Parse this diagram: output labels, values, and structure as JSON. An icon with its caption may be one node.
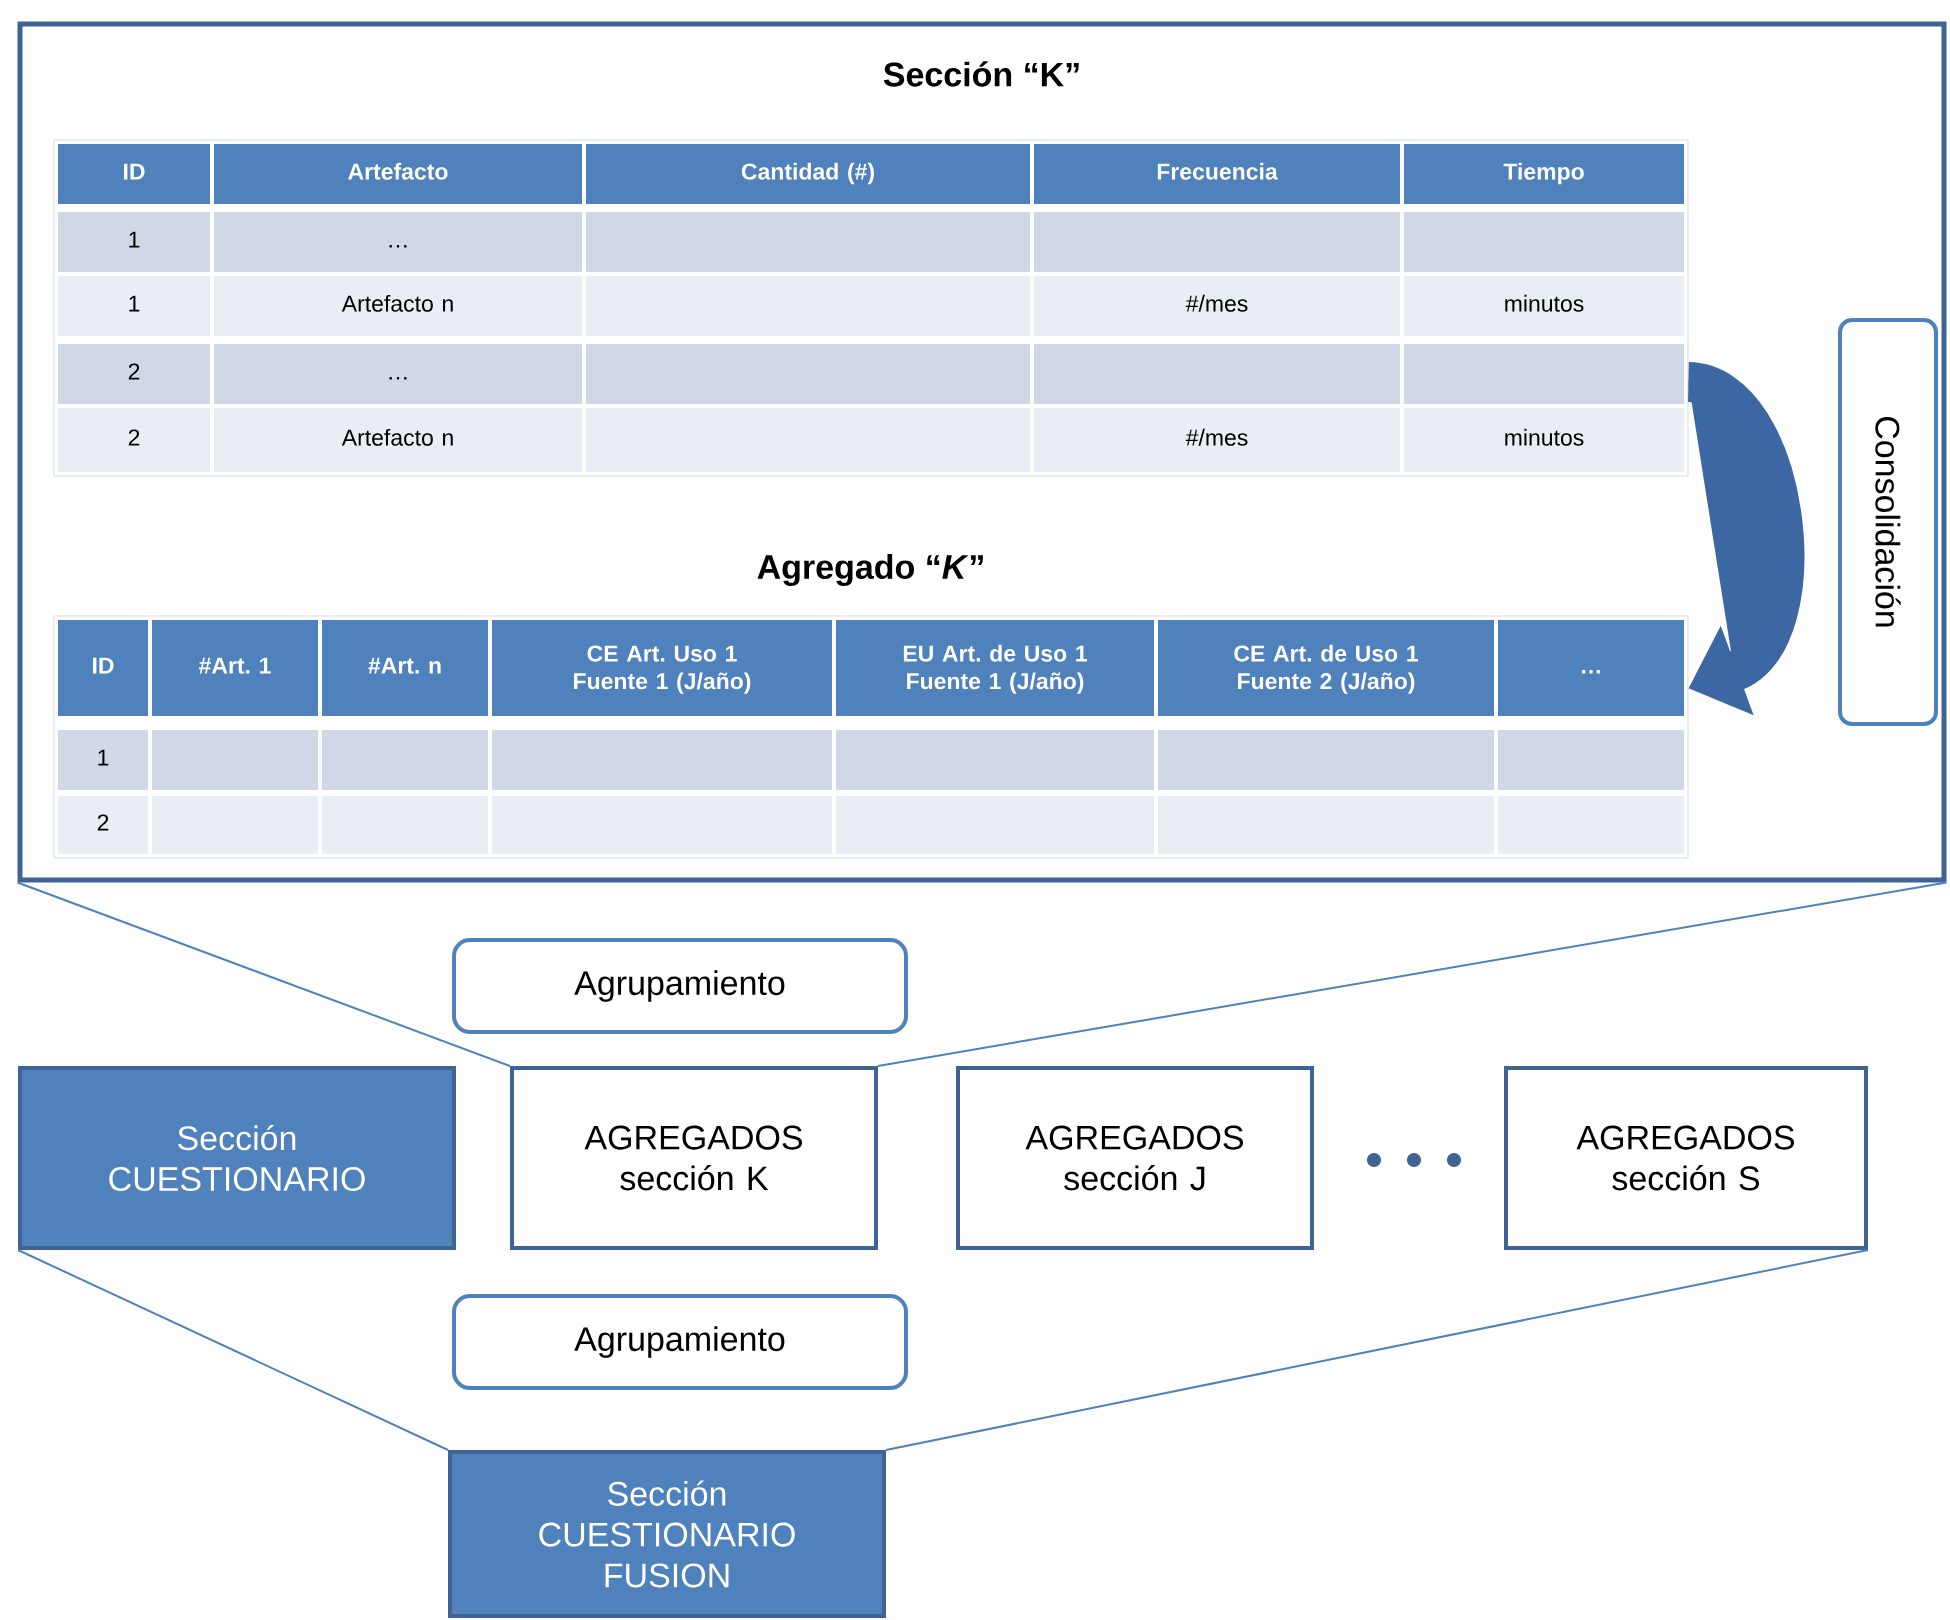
{
  "diagram": {
    "nodes": [
      {
        "text": [
          "Sección “K”"
        ]
      },
      {
        "text": [],
        "shape": "box",
        "in": 0
      },
      {
        "text": [
          "Agregado “*K*”"
        ],
        "in": 0
      },
      {
        "text": [
          "Consolidación"
        ],
        "in": 0
      },
      {
        "text": [
          "Agrupamiento"
        ]
      },
      {
        "text": [
          "Sección CUESTIONARIO"
        ]
      },
      {
        "text": [
          "AGREGADOS sección K"
        ]
      },
      {
        "text": [
          "AGREGADOS sección J"
        ]
      },
      {
        "text": [
          "AGREGADOS sección S"
        ]
      },
      {
        "text": [
          "Agrupamiento"
        ]
      },
      {
        "text": [
          "Sección CUESTIONARIO FUSION"
        ]
      }
    ],
    "edges": [
      {
        "from": 1,
        "to": 2,
        "arrow": "to",
        "style": "thick",
        "color": "#3d67a3"
      },
      {
        "from": 0,
        "to": 6,
        "arrow": "none"
      },
      {
        "from": 5,
        "to": 10,
        "arrow": "none"
      },
      {
        "from": 8,
        "to": 10,
        "arrow": "none"
      }
    ],
    "labels": [
      "ID",
      "Artefacto",
      "Cantidad (#)",
      "Frecuencia",
      "Tiempo",
      "1",
      "…",
      "1",
      "Artefacto n",
      "#/mes",
      "minutos",
      "2",
      "…",
      "2",
      "Artefacto n",
      "#/mes",
      "minutos",
      "ID",
      "#Art. 1",
      "#Art. n",
      "CE Art. Uso 1 Fuente 1 (J/año)",
      "EU Art. de Uso 1 Fuente 1 (J/año)",
      "CE Art. de Uso 1 Fuente 2 (J/año)",
      "…",
      "1",
      "2"
    ]
  }
}
